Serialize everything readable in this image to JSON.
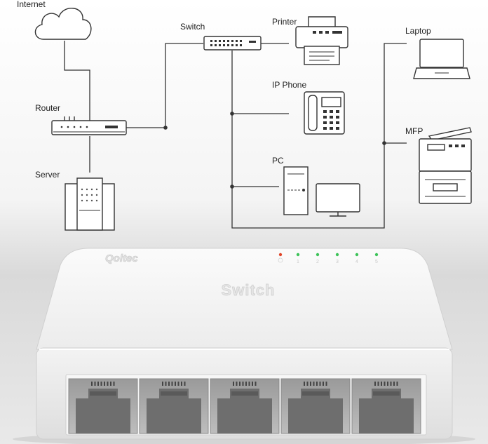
{
  "labels": {
    "internet": "Internet",
    "switch": "Switch",
    "printer": "Printer",
    "laptop": "Laptop",
    "router": "Router",
    "ip_phone": "IP Phone",
    "mfp": "MFP",
    "server": "Server",
    "pc": "PC"
  },
  "product": {
    "brand": "Qoltec",
    "name": "Switch",
    "port_labels": [
      "1",
      "2",
      "3",
      "4",
      "5"
    ],
    "port_count": 5
  },
  "colors": {
    "line": "#333333",
    "power_led": "#e0462a",
    "port_led": "#3ec35a",
    "body": "#f2f2f2"
  }
}
